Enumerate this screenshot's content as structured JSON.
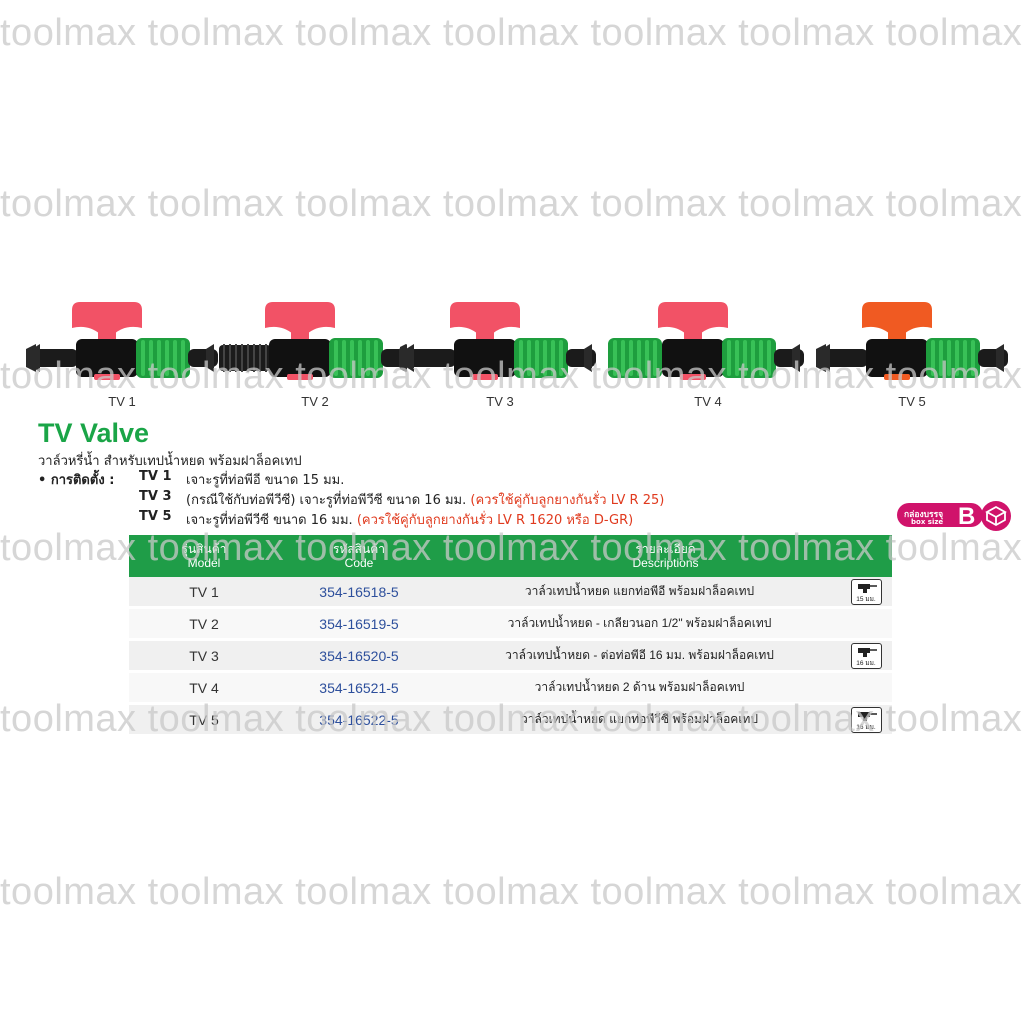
{
  "watermark": "toolmax toolmax toolmax toolmax toolmax toolmax toolmax",
  "products": [
    {
      "label": "TV 1",
      "handle": "#f25266",
      "left_fitting": "barb"
    },
    {
      "label": "TV 2",
      "handle": "#f25266",
      "left_fitting": "thread"
    },
    {
      "label": "TV 3",
      "handle": "#f25266",
      "left_fitting": "long-barb"
    },
    {
      "label": "TV 4",
      "handle": "#f25266",
      "left_fitting": "lock"
    },
    {
      "label": "TV 5",
      "handle": "#f05a22",
      "left_fitting": "barb"
    }
  ],
  "title": "TV  Valve",
  "subtitle": "วาล์วหรี่น้ำ  สำหรับเทปน้ำหยด  พร้อมฝาล็อคเทป",
  "install": {
    "bullet": "• การติดตั้ง :",
    "rows": [
      {
        "model": "TV 1",
        "desc": "เจาะรูที่ท่อพีอี  ขนาด 15 มม.",
        "note": ""
      },
      {
        "model": "TV 3",
        "desc": "(กรณีใช้กับท่อพีวีซี) เจาะรูที่ท่อพีวีซี  ขนาด 16 มม. ",
        "note": "(ควรใช้คู่กับลูกยางกันรั่ว  LV  R 25)"
      },
      {
        "model": "TV 5",
        "desc": "เจาะรูที่ท่อพีวีซี  ขนาด 16 มม. ",
        "note": "(ควรใช้คู่กับลูกยางกันรั่ว  LV  R 1620  หรือ  D-GR)"
      }
    ]
  },
  "box_badge": {
    "line1": "กล่องบรรจุ",
    "line2": "box size",
    "letter": "B",
    "color": "#d0136b"
  },
  "table": {
    "headers": {
      "model_th": "รุ่นสินค้า",
      "model_en": "Model",
      "code_th": "รหัสสินค้า",
      "code_en": "Code",
      "desc_th": "รายละเอียด",
      "desc_en": "Descriptions"
    },
    "rows": [
      {
        "model": "TV 1",
        "code": "354-16518-5",
        "desc": "วาล์วเทปน้ำหยด  แยกท่อพีอี  พร้อมฝาล็อคเทป",
        "drill": "15 มม."
      },
      {
        "model": "TV 2",
        "code": "354-16519-5",
        "desc": "วาล์วเทปน้ำหยด - เกลียวนอก 1/2\" พร้อมฝาล็อคเทป",
        "drill": ""
      },
      {
        "model": "TV 3",
        "code": "354-16520-5",
        "desc": "วาล์วเทปน้ำหยด - ต่อท่อพีอี 16 มม. พร้อมฝาล็อคเทป",
        "drill": "16 มม."
      },
      {
        "model": "TV 4",
        "code": "354-16521-5",
        "desc": "วาล์วเทปน้ำหยด 2 ด้าน พร้อมฝาล็อคเทป",
        "drill": ""
      },
      {
        "model": "TV 5",
        "code": "354-16522-5",
        "desc": "วาล์วเทปน้ำหยด  แยกท่อพีวีซี  พร้อมฝาล็อคเทป",
        "drill": "16 มม."
      }
    ],
    "header_color": "#1f9d48"
  }
}
